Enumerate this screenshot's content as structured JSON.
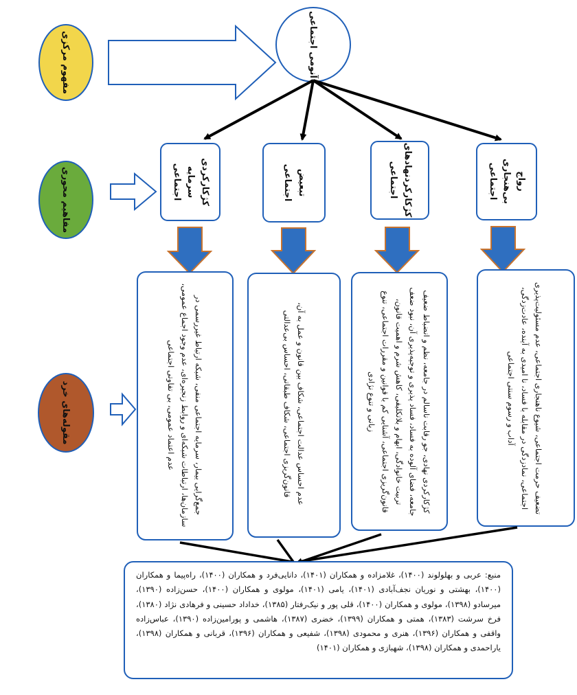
{
  "diagram": {
    "left_labels": {
      "core": "مفهوم مرکزی",
      "axial": "مفاهیم محوری",
      "minor": "مقوله‌های خرد"
    },
    "core_concept": "آنومی اجتماعی",
    "axial_concepts": [
      "کژکارکردی سرمایه اجتماعی",
      "تبعیض اجتماعی",
      "کژکارکردنهادهای اجتماعی",
      "رواج بی‌هنجاری اجتماعی"
    ],
    "minor_categories": [
      "جمع‌گرایی بیمار، سرمایه اجتماعی منفی، شبکه ارتباط غیررسمی در سازمان‌ها، ارتباطات شبکه‌ای و روابط زنجیره‌ای، عدم وجود اجماع عمومی، عدم اعتماد عمومی، بی تفاوتی اجتماعی",
      "عدم احساس عدالت اجتماعی، شکاف بین قانون و عمل به آن، قانون‌گریزی اجتماعی، شکاف طبقاتی، احساس بی‌عدالتی",
      "کژکارکردی نهادی، جو رقابت ناسالم در جامعه، نظم و انضباط ضعیف جامعه، فضای آلوده به فساد، فساد پذیری و توجیه‌پذیری آن، نبود ضعف تربیت خانوادگی، ابهام و بلاتکلیفی، کاهش شرم و اهمیت قانون، قانون‌گریزی اجتماعی، آشنایی کم با قوانین و مقررات اجتماعی، تنوع زبانی و تنوع نژادی",
      "تضعیف حرمت اجتماعی، شیوع ناهنجاری اجتماعی، عدم مسئولیت‌پذیری اجتماعی، نمادزدگی در مقابله با فساد، نا امیدی به آینده، عادت‌زدگی، آداب و رسوم سنتی اجتماعی"
    ],
    "source": "منبع: عربی و بهلولوند (۱۴۰۰)، غلامزاده و همکاران (۱۴۰۱)، دانایی‌فرد و همکاران (۱۴۰۰)، راه‌پیما و همکاران (۱۴۰۰)، بهشتی و نوریان نجف‌آبادی (۱۴۰۱)، یامی (۱۴۰۱)، مولوی و همکاران (۱۴۰۰)، حسن‌زاده (۱۳۹۰)، میرسادو (۱۳۹۸)، مولوی و همکاران (۱۴۰۰)، قلی پور و نیک‌رفتار (۱۳۸۵)، خداداد حسینی و فرهادی نژاد (۱۳۸۰)، فرخ سرشت (۱۳۸۳)، همتی و همکاران (۱۳۹۹)، خضری (۱۳۸۷)، هاشمی و پورامین‌زاده (۱۳۹۰)، عباس‌زاده واقفی و همکاران (۱۳۹۶)، هنری و محمودی (۱۳۹۸)، شفیعی و همکاران (۱۳۹۶)، قربانی و همکاران (۱۳۹۸)، یاراحمدی و همکاران (۱۳۹۸)، شهبازی و همکاران (۱۴۰۱)"
  },
  "colors": {
    "core_fill": "#f2d64b",
    "axial_fill": "#6aab3c",
    "minor_fill": "#b0582c",
    "box_border": "#1f5fb8",
    "down_arrow": "#2f6fc0",
    "line": "#000000"
  }
}
